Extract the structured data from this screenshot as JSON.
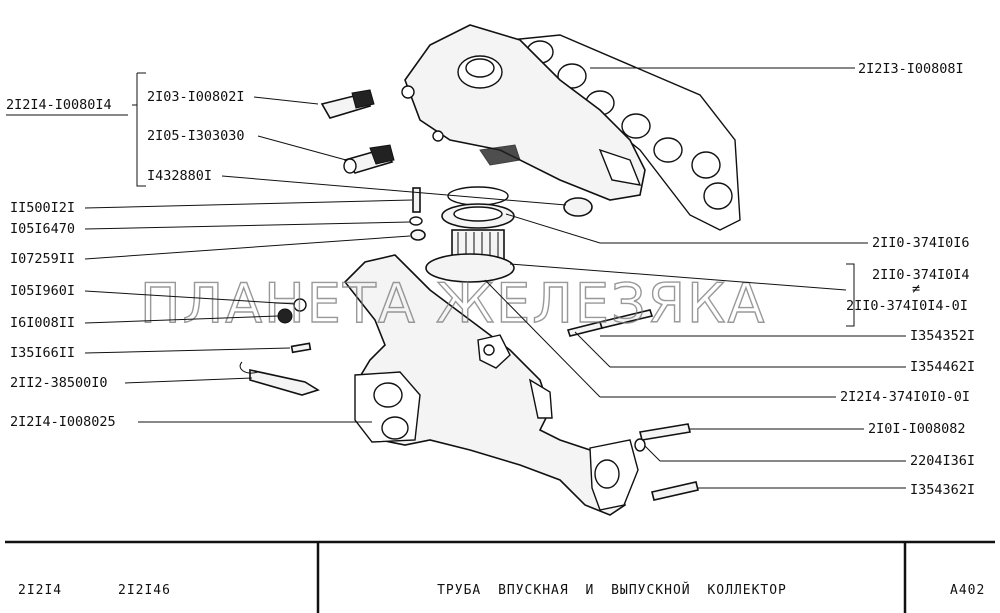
{
  "parts": [
    {
      "id": "group_left",
      "text": "2I2I4-I0080I4"
    },
    {
      "id": "p1",
      "text": "2I03-I00802I"
    },
    {
      "id": "p2",
      "text": "2I05-I303030"
    },
    {
      "id": "p3",
      "text": "I432880I"
    },
    {
      "id": "p4",
      "text": "II500I2I"
    },
    {
      "id": "p5",
      "text": "I05I6470"
    },
    {
      "id": "p6",
      "text": "I07259II"
    },
    {
      "id": "p7",
      "text": "I05I960I"
    },
    {
      "id": "p8",
      "text": "I6I008II"
    },
    {
      "id": "p9",
      "text": "I35I66II"
    },
    {
      "id": "p10",
      "text": "2II2-38500I0"
    },
    {
      "id": "p11",
      "text": "2I2I4-I008025"
    },
    {
      "id": "r1",
      "text": "2I2I3-I00808I"
    },
    {
      "id": "r2",
      "text": "2II0-374I0I6"
    },
    {
      "id": "r3",
      "text": "2II0-374I0I4"
    },
    {
      "id": "r4",
      "text": "2II0-374I0I4-0I"
    },
    {
      "id": "r5",
      "text": "I354352I"
    },
    {
      "id": "r6",
      "text": "I354462I"
    },
    {
      "id": "r7",
      "text": "2I2I4-374I0I0-0I"
    },
    {
      "id": "r8",
      "text": "2I0I-I008082"
    },
    {
      "id": "r9",
      "text": "2204I36I"
    },
    {
      "id": "r10",
      "text": "I354362I"
    }
  ],
  "not_equal_mark": "≠",
  "watermark": "ПЛАНЕТА ЖЕЛЕЗЯКА",
  "footer": {
    "model_1": "2I2I4",
    "model_2": "2I2I46",
    "title": "ТРУБА ВПУСКНАЯ И ВЫПУСКНОЙ КОЛЛЕКТОР",
    "page_code": "A402"
  }
}
